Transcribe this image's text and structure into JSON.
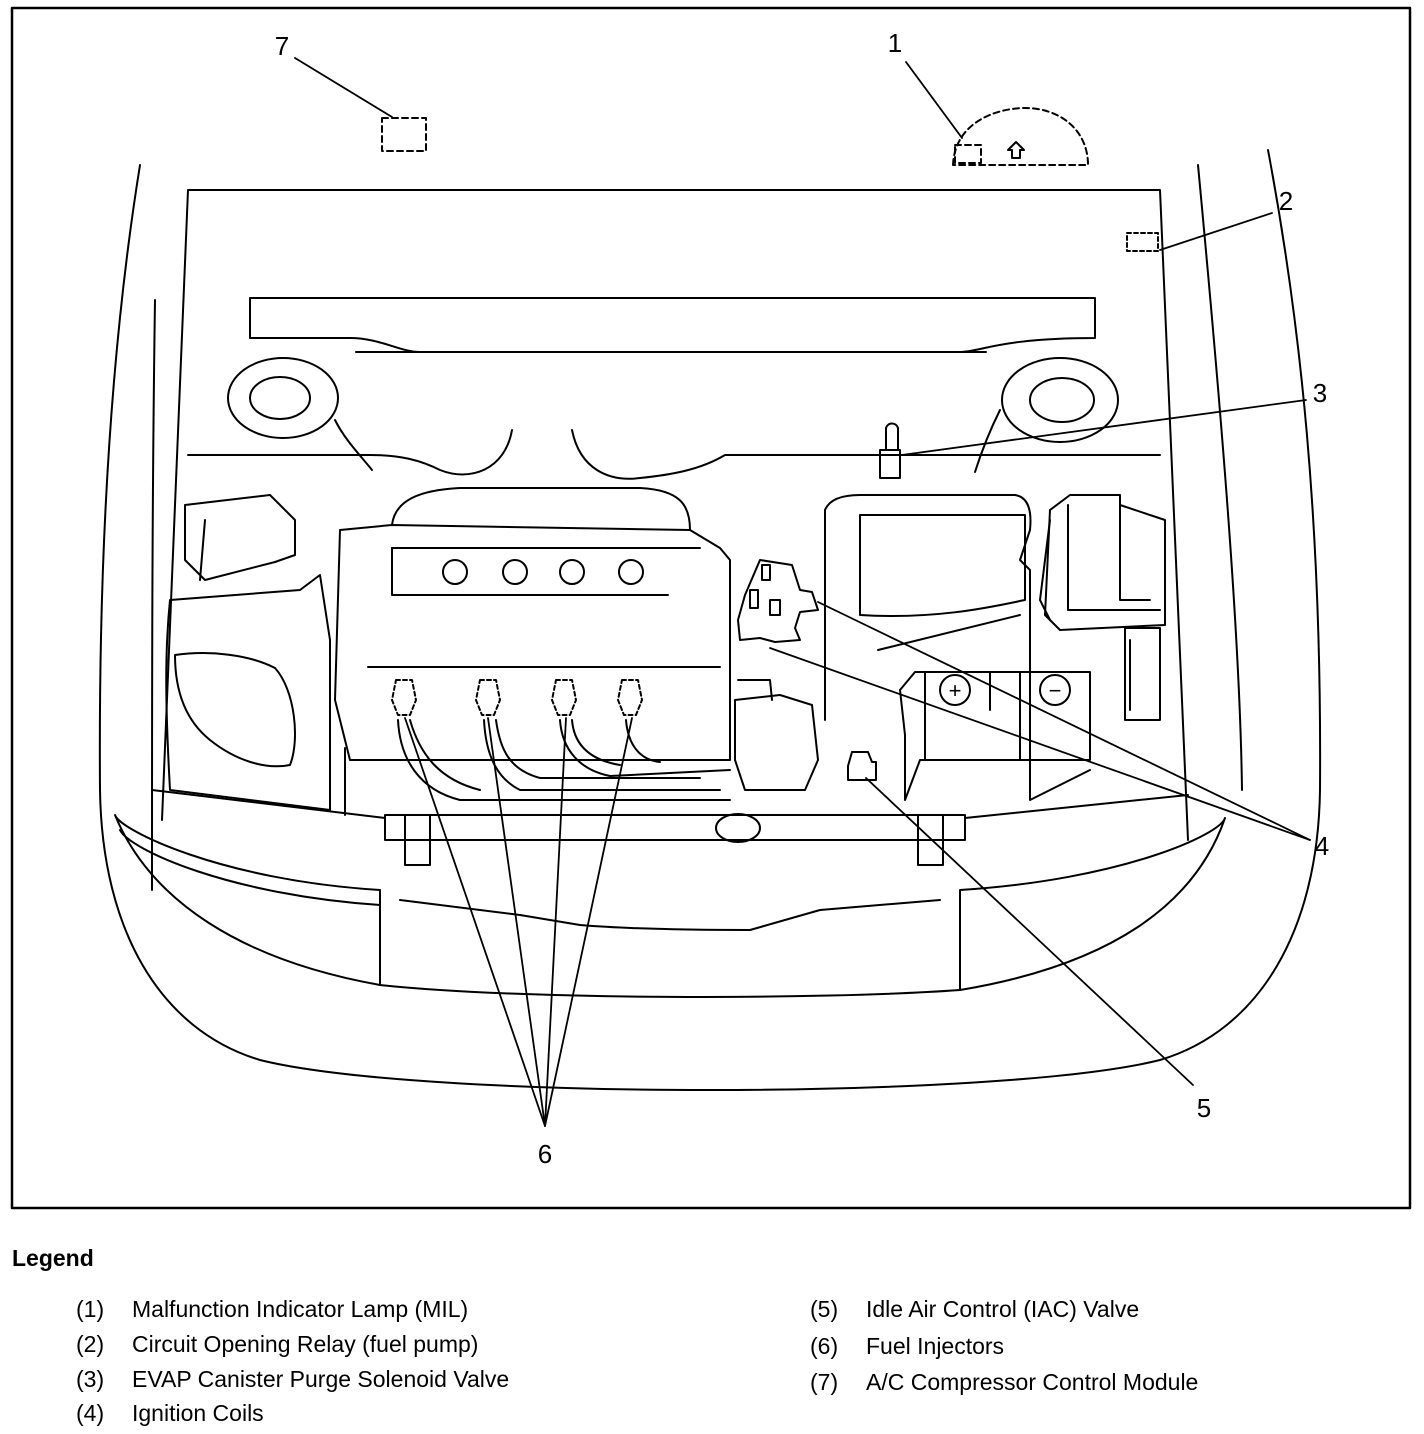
{
  "callouts": [
    {
      "id": 1,
      "label": "1"
    },
    {
      "id": 2,
      "label": "2"
    },
    {
      "id": 3,
      "label": "3"
    },
    {
      "id": 4,
      "label": "4"
    },
    {
      "id": 5,
      "label": "5"
    },
    {
      "id": 6,
      "label": "6"
    },
    {
      "id": 7,
      "label": "7"
    }
  ],
  "legend": {
    "title": "Legend",
    "items": [
      {
        "num": "(1)",
        "text": "Malfunction Indicator Lamp (MIL)"
      },
      {
        "num": "(2)",
        "text": "Circuit Opening Relay (fuel pump)"
      },
      {
        "num": "(3)",
        "text": "EVAP Canister Purge Solenoid Valve"
      },
      {
        "num": "(4)",
        "text": "Ignition Coils"
      },
      {
        "num": "(5)",
        "text": "Idle Air Control (IAC) Valve"
      },
      {
        "num": "(6)",
        "text": "Fuel Injectors"
      },
      {
        "num": "(7)",
        "text": "A/C Compressor Control Module"
      }
    ]
  },
  "battery": {
    "plus": "+",
    "minus": "−"
  }
}
